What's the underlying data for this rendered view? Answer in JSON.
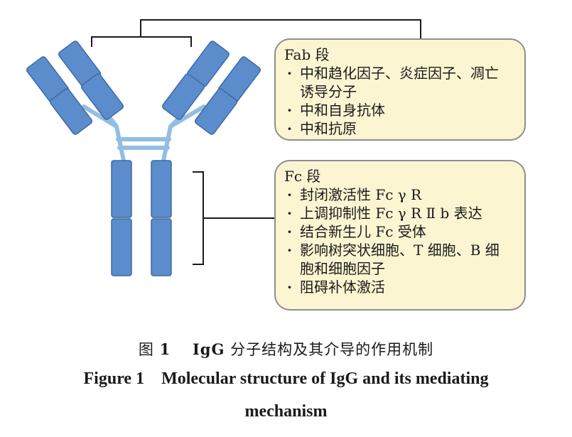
{
  "fab": {
    "title": "Fab 段",
    "items": [
      "中和趋化因子、炎症因子、凋亡诱导分子",
      "中和自身抗体",
      "中和抗原"
    ]
  },
  "fc": {
    "title": "Fc 段",
    "items": [
      "封闭激活性 Fc γ R",
      "上调抑制性 Fc γ R Ⅱ b 表达",
      "结合新生儿 Fc 受体",
      "影响树突状细胞、T 细胞、B 细胞和细胞因子",
      "阻碍补体激活"
    ]
  },
  "caption": {
    "cn_label": "图",
    "cn_num": "1",
    "cn_igg": "IgG",
    "cn_text": "分子结构及其介导的作用机制",
    "en_line1": "Figure 1    Molecular structure of IgG and its mediating",
    "en_line2": "mechanism"
  },
  "colors": {
    "domain_fill": "#5b8ccb",
    "domain_stroke": "#3d6aa6",
    "hinge": "#93bde3",
    "bracket": "#1a1a1a",
    "callout_fill": "#fbf5d2",
    "callout_border": "#8e8e8e"
  }
}
